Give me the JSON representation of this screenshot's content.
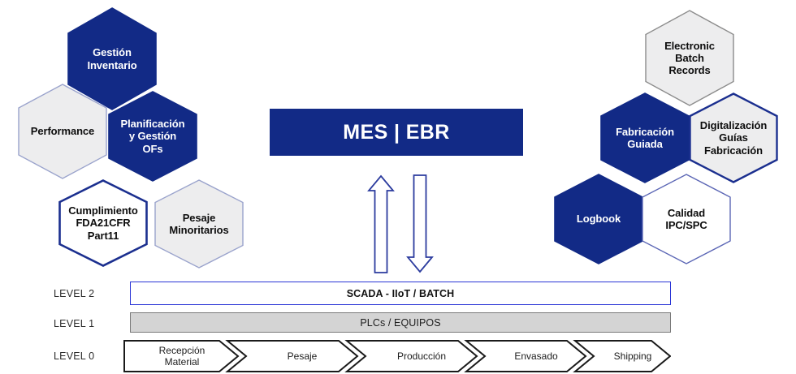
{
  "diagram": {
    "title_box": {
      "label": "MES | EBR"
    },
    "colors": {
      "dark_blue": "#122a86",
      "light_gray_fill": "#ededee",
      "white_fill": "#ffffff",
      "blue_border": "#1b2f8f",
      "gray_border": "#8c8c8c",
      "level2_border": "#2a35d6",
      "level1_fill": "#d4d4d4",
      "chevron_border": "#1a1a1a"
    },
    "left_cluster": [
      {
        "label": "Gestión\nInventario",
        "style": "dark",
        "font_size": 13
      },
      {
        "label": "Performance",
        "style": "gray",
        "font_size": 13
      },
      {
        "label": "Planificación\ny Gestión\nOFs",
        "style": "dark",
        "font_size": 13
      },
      {
        "label": "Cumplimiento\nFDA21CFR\nPart11",
        "style": "white",
        "font_size": 13
      },
      {
        "label": "Pesaje\nMinoritarios",
        "style": "gray",
        "font_size": 13
      }
    ],
    "right_cluster": [
      {
        "label": "Electronic\nBatch\nRecords",
        "style": "graygray",
        "font_size": 13
      },
      {
        "label": "Fabricación\nGuiada",
        "style": "dark",
        "font_size": 13
      },
      {
        "label": "Digitalización\nGuías\nFabricación",
        "style": "gray",
        "font_size": 13
      },
      {
        "label": "Logbook",
        "style": "dark",
        "font_size": 13
      },
      {
        "label": "Calidad\nIPC/SPC",
        "style": "white",
        "font_size": 13
      }
    ],
    "arrows": [
      {
        "name": "arrow-up",
        "direction": "up"
      },
      {
        "name": "arrow-down",
        "direction": "down"
      }
    ],
    "levels": [
      {
        "label": "LEVEL 2",
        "content": "SCADA - IIoT / BATCH"
      },
      {
        "label": "LEVEL 1",
        "content": "PLCs / EQUIPOS"
      },
      {
        "label": "LEVEL 0",
        "content": ""
      }
    ],
    "process_steps": [
      {
        "label": "Recepción\nMaterial"
      },
      {
        "label": "Pesaje"
      },
      {
        "label": "Producción"
      },
      {
        "label": "Envasado"
      },
      {
        "label": "Shipping"
      }
    ]
  }
}
